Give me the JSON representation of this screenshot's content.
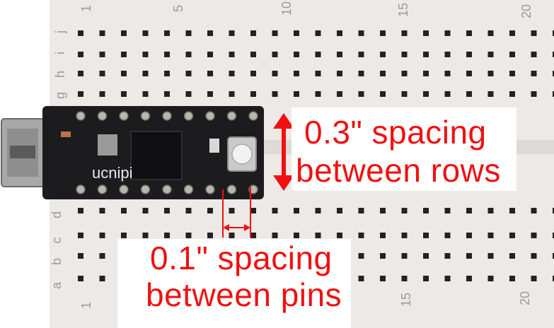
{
  "breadboard": {
    "column_numbers_top": [
      "1",
      "5",
      "10",
      "15",
      "20"
    ],
    "column_numbers_bottom": [
      "1",
      "15",
      "20"
    ],
    "row_letters_top": [
      "j",
      "i",
      "h",
      "g"
    ],
    "row_letters_bottom": [
      "d",
      "c",
      "b",
      "a"
    ],
    "colors": {
      "board": "#ece9e6",
      "hole": "#222222",
      "label": "#9a9a9a"
    }
  },
  "microcontroller": {
    "brand_text": "ucnipi",
    "colors": {
      "pcb": "#1c1b1e",
      "pin": "#b9b6ad",
      "usb_port": "#a8a8a8",
      "button": "#e8e8e8"
    }
  },
  "annotations": {
    "row_spacing": {
      "line1": "0.3\" spacing",
      "line2": "between rows"
    },
    "pin_spacing": {
      "line1": "0.1\" spacing",
      "line2": "between pins"
    },
    "color": "#f01010"
  }
}
